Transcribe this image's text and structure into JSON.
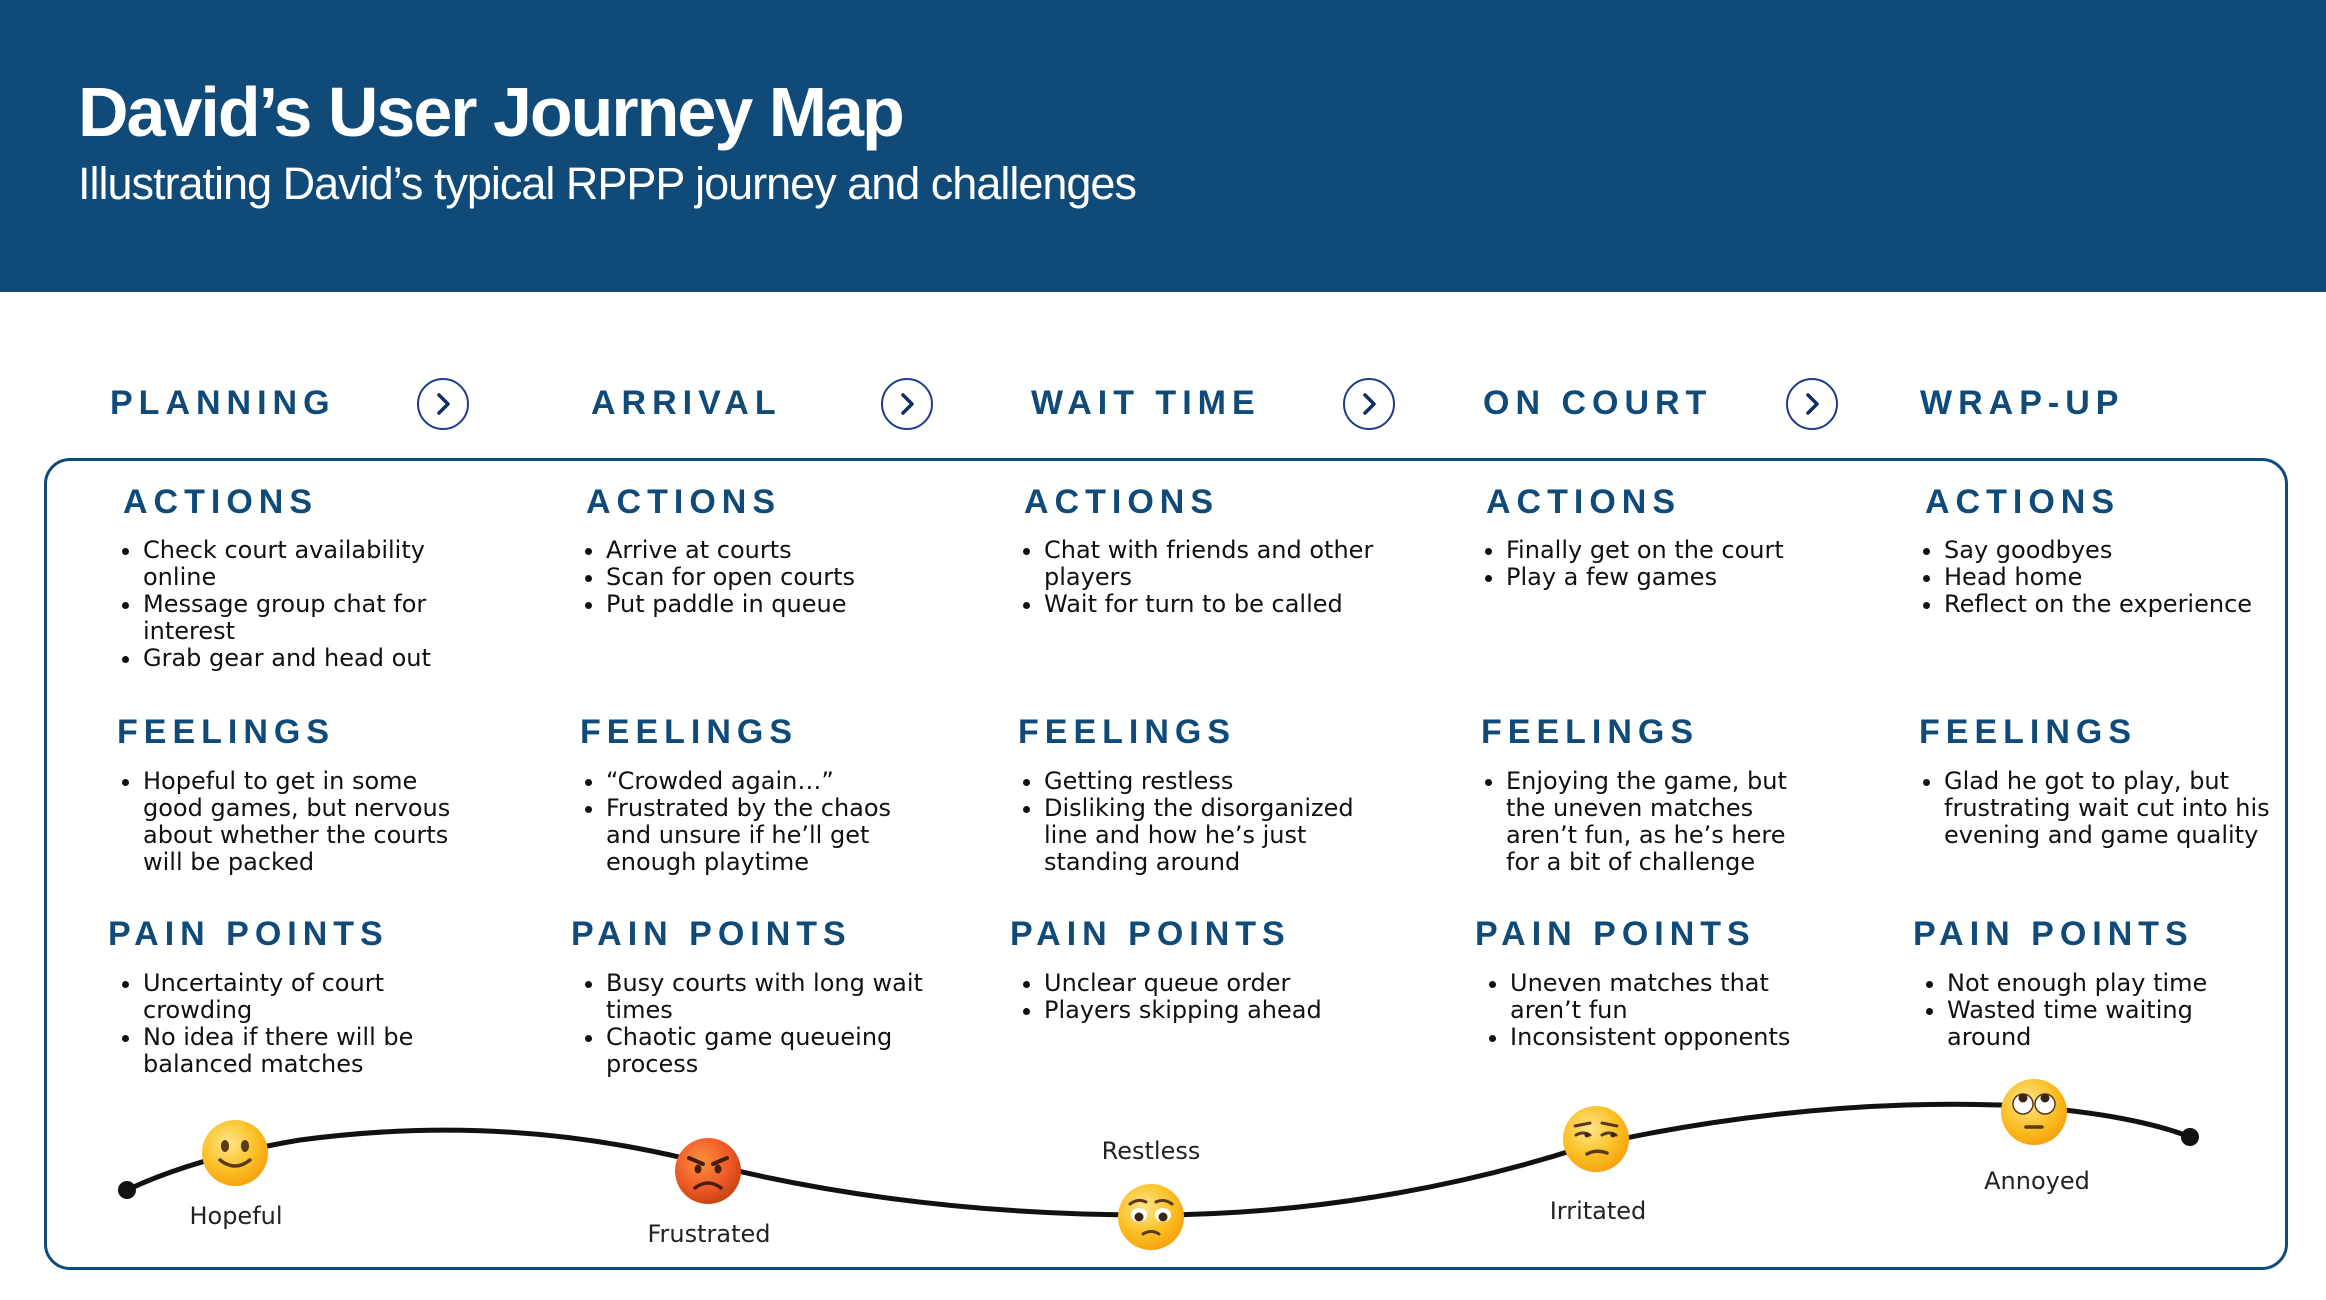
{
  "header": {
    "title": "David’s User Journey Map",
    "subtitle": "Illustrating David’s typical RPPP journey and challenges"
  },
  "section_labels": {
    "actions": "ACTIONS",
    "feelings": "FEELINGS",
    "pain_points": "PAIN POINTS"
  },
  "stages": [
    {
      "name": "PLANNING",
      "actions": [
        "Check court availability online",
        "Message group chat for interest",
        "Grab gear and head out"
      ],
      "feelings": [
        "Hopeful to get in some good games, but nervous about whether the courts will be packed"
      ],
      "pain_points": [
        "Uncertainty of court crowding",
        "No idea if there will be balanced matches"
      ],
      "emotion": "Hopeful"
    },
    {
      "name": "ARRIVAL",
      "actions": [
        "Arrive at courts",
        "Scan for open courts",
        "Put paddle in queue"
      ],
      "feelings": [
        "“Crowded again…”",
        "Frustrated by the chaos and unsure if he’ll get enough playtime"
      ],
      "pain_points": [
        "Busy courts with long wait times",
        "Chaotic game queueing process"
      ],
      "emotion": "Frustrated"
    },
    {
      "name": "WAIT TIME",
      "actions": [
        "Chat with friends and other players",
        "Wait for turn to be called"
      ],
      "feelings": [
        "Getting restless",
        "Disliking the disorganized line and how he’s just standing around"
      ],
      "pain_points": [
        "Unclear queue order",
        "Players skipping ahead"
      ],
      "emotion": "Restless"
    },
    {
      "name": "ON COURT",
      "actions": [
        "Finally get on the court",
        "Play a few games"
      ],
      "feelings": [
        "Enjoying the game, but the uneven matches aren’t fun, as he’s here for a bit of challenge"
      ],
      "pain_points": [
        "Uneven matches that aren’t fun",
        "Inconsistent opponents"
      ],
      "emotion": "Irritated"
    },
    {
      "name": "WRAP-UP",
      "actions": [
        "Say goodbyes",
        "Head home",
        "Reflect on the experience"
      ],
      "feelings": [
        "Glad he got to play, but frustrating wait cut into his evening and game quality"
      ],
      "pain_points": [
        "Not enough play time",
        "Wasted time waiting around"
      ],
      "emotion": "Annoyed"
    }
  ],
  "emotion_icons": [
    "slightly-smiling-face-icon",
    "angry-face-icon",
    "pleading-face-icon",
    "unamused-face-icon",
    "eye-roll-face-icon"
  ],
  "colors": {
    "header_bg": "#0f4a78",
    "heading": "#0f4a78",
    "panel_border": "#0f4a78",
    "chevron": "#1e3a8a",
    "emoji_yellow": "#fbbf24",
    "emoji_red": "#f05a28"
  }
}
